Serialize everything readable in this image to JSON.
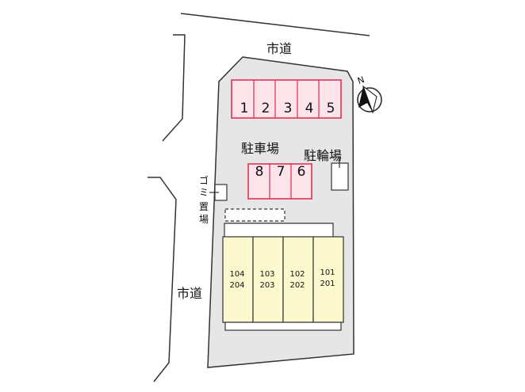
{
  "roads": {
    "north_label": "市道",
    "west_label": "市道"
  },
  "compass": {
    "letter": "N",
    "icon": "north-arrow-icon"
  },
  "parking": {
    "label": "駐車場",
    "spaces_top": [
      "1",
      "2",
      "3",
      "4",
      "5"
    ],
    "spaces_middle": [
      "8",
      "7",
      "6"
    ]
  },
  "bicycle_parking": {
    "label": "駐輪場"
  },
  "garbage_area": {
    "label_chars": [
      "ゴ",
      "ミ",
      "置",
      "場"
    ]
  },
  "building": {
    "units": [
      {
        "ground": "104",
        "upper": "204"
      },
      {
        "ground": "103",
        "upper": "203"
      },
      {
        "ground": "102",
        "upper": "202"
      },
      {
        "ground": "101",
        "upper": "201"
      }
    ]
  },
  "colors": {
    "lot": "#e6e6e6",
    "parking_fill": "#fde3ea",
    "parking_stroke": "#e0264c",
    "building_fill": "#fdf9cf",
    "outline": "#222222"
  }
}
